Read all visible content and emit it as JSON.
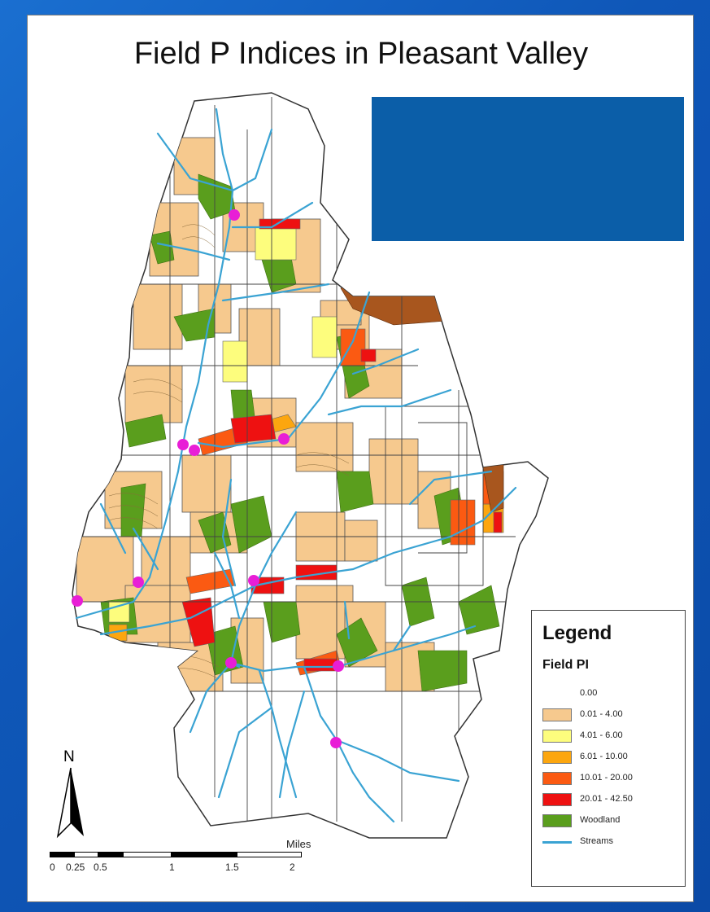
{
  "map": {
    "title": "Field P Indices in Pleasant Valley",
    "north_label": "N",
    "legend": {
      "title": "Legend",
      "subtitle": "Field PI",
      "items": [
        {
          "label": "0.00",
          "color": "#ffffff",
          "swatch": "none"
        },
        {
          "label": "0.01 - 4.00",
          "color": "#f6c98e",
          "swatch": "fill"
        },
        {
          "label": "4.01 - 6.00",
          "color": "#fdfd7d",
          "swatch": "fill"
        },
        {
          "label": "6.01 - 10.00",
          "color": "#fca60f",
          "swatch": "fill"
        },
        {
          "label": "10.01 - 20.00",
          "color": "#fb5a12",
          "swatch": "fill"
        },
        {
          "label": "20.01 - 42.50",
          "color": "#ee1111",
          "swatch": "fill"
        },
        {
          "label": "Woodland",
          "color": "#5a9e1d",
          "swatch": "fill"
        },
        {
          "label": "Streams",
          "color": "#3aa3d3",
          "swatch": "line"
        }
      ]
    },
    "scale_bar": {
      "unit": "Miles",
      "ticks": [
        "0",
        "0.25",
        "0.5",
        "1",
        "1.5",
        "2"
      ]
    },
    "colors": {
      "stream": "#3aa3d3",
      "sampling_point": "#e81ed6",
      "background": "#0f57b8",
      "overlay_box": "#0b5ea8"
    }
  }
}
